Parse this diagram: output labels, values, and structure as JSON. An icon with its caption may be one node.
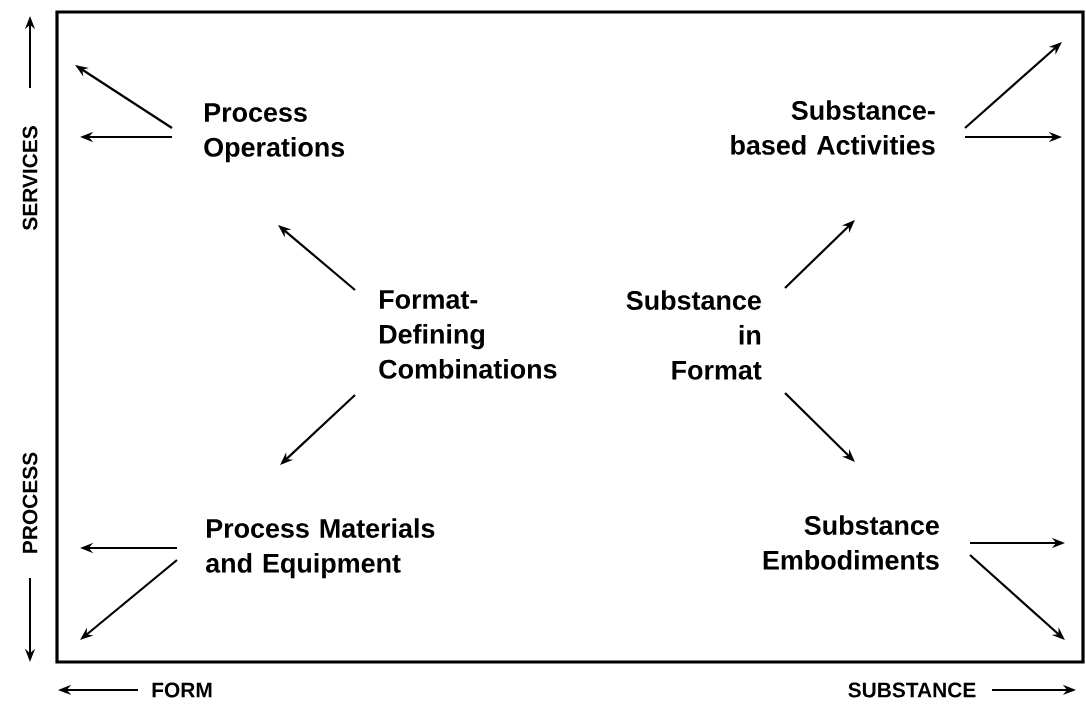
{
  "diagram": {
    "nodes": [
      {
        "text": [
          "Process Operations"
        ]
      },
      {
        "text": [
          "Substance-based Activities"
        ]
      },
      {
        "text": [
          "Format-Defining Combinations"
        ]
      },
      {
        "text": [
          "Substance in Format"
        ]
      },
      {
        "text": [
          "Process Materials and Equipment"
        ]
      },
      {
        "text": [
          "Substance Embodiments"
        ]
      }
    ],
    "edges": [
      {
        "from": 2,
        "to": 0,
        "arrow": "to"
      },
      {
        "from": 2,
        "to": 4,
        "arrow": "to"
      },
      {
        "from": 3,
        "to": 1,
        "arrow": "to"
      },
      {
        "from": 3,
        "to": 5,
        "arrow": "to"
      },
      {
        "from": 0,
        "to": null,
        "arrow": "to"
      },
      {
        "from": 0,
        "to": null,
        "arrow": "to"
      },
      {
        "from": 1,
        "to": null,
        "arrow": "to"
      },
      {
        "from": 1,
        "to": null,
        "arrow": "to"
      },
      {
        "from": 4,
        "to": null,
        "arrow": "to"
      },
      {
        "from": 4,
        "to": null,
        "arrow": "to"
      },
      {
        "from": 5,
        "to": null,
        "arrow": "to"
      },
      {
        "from": 5,
        "to": null,
        "arrow": "to"
      }
    ],
    "labels": [
      "SERVICES",
      "PROCESS",
      "FORM",
      "SUBSTANCE"
    ]
  }
}
